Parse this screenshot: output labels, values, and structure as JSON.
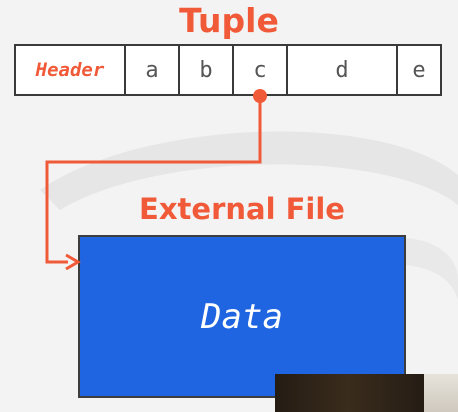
{
  "tuple": {
    "title": "Tuple",
    "cells": [
      "Header",
      "a",
      "b",
      "c",
      "d",
      "e"
    ]
  },
  "external_file": {
    "title": "External File",
    "data_label": "Data"
  },
  "colors": {
    "accent": "#f15a38",
    "data_box": "#1f64e0",
    "border": "#3a3a3a"
  }
}
